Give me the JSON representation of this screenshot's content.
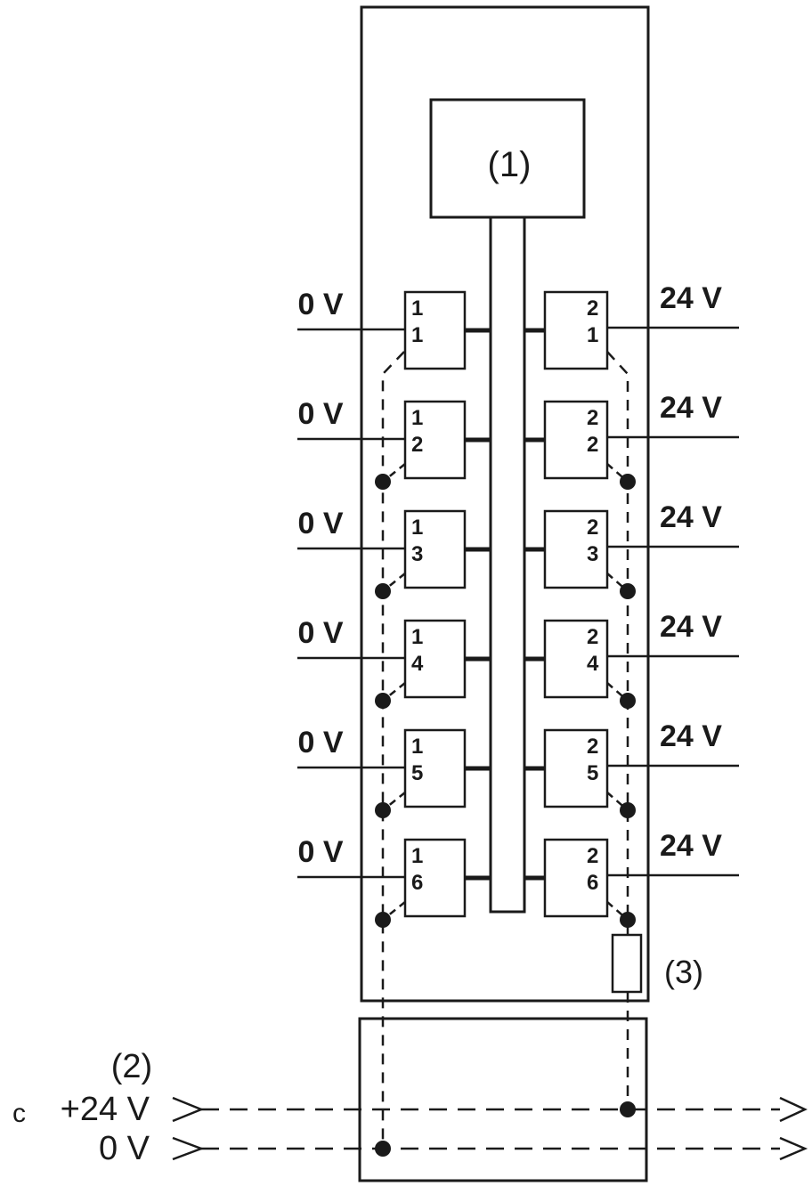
{
  "diagram": {
    "module_label": "(1)",
    "bus_label": "(2)",
    "fuse_label": "(3)",
    "left_supply_label": "0 V",
    "right_supply_label": "24 V",
    "bus_lines": [
      {
        "label": "+24 V",
        "prefix": "c"
      },
      {
        "label": "0 V"
      }
    ],
    "channels": [
      {
        "left": [
          "1",
          "1"
        ],
        "right": [
          "2",
          "1"
        ]
      },
      {
        "left": [
          "1",
          "2"
        ],
        "right": [
          "2",
          "2"
        ]
      },
      {
        "left": [
          "1",
          "3"
        ],
        "right": [
          "2",
          "3"
        ]
      },
      {
        "left": [
          "1",
          "4"
        ],
        "right": [
          "2",
          "4"
        ]
      },
      {
        "left": [
          "1",
          "5"
        ],
        "right": [
          "2",
          "5"
        ]
      },
      {
        "left": [
          "1",
          "6"
        ],
        "right": [
          "2",
          "6"
        ]
      }
    ],
    "colors": {
      "line": "#1a1a1a",
      "background": "#ffffff"
    }
  }
}
